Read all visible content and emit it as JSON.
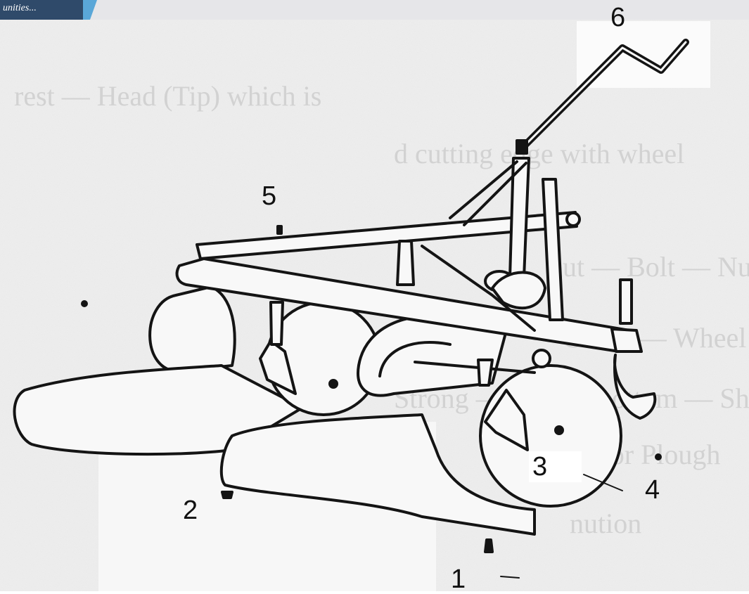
{
  "header": {
    "text": "unities...",
    "bar_color": "#e6e6e9",
    "tab_color": "#2f4a6a",
    "accent_color": "#5aa7d8"
  },
  "diagram": {
    "subject": "disc-plough-illustration",
    "callouts": {
      "c1": "1",
      "c2": "2",
      "c3": "3",
      "c4": "4",
      "c5": "5",
      "c6": "6"
    },
    "background_text_lines": [
      "rest — Head (Tip) which is",
      "d cutting edge with wheel",
      "nut — Bolt — Nut",
      "Guide — Wheel",
      "Strong — Plough bottom — Share",
      "at Frog for Plough",
      "nution"
    ]
  }
}
